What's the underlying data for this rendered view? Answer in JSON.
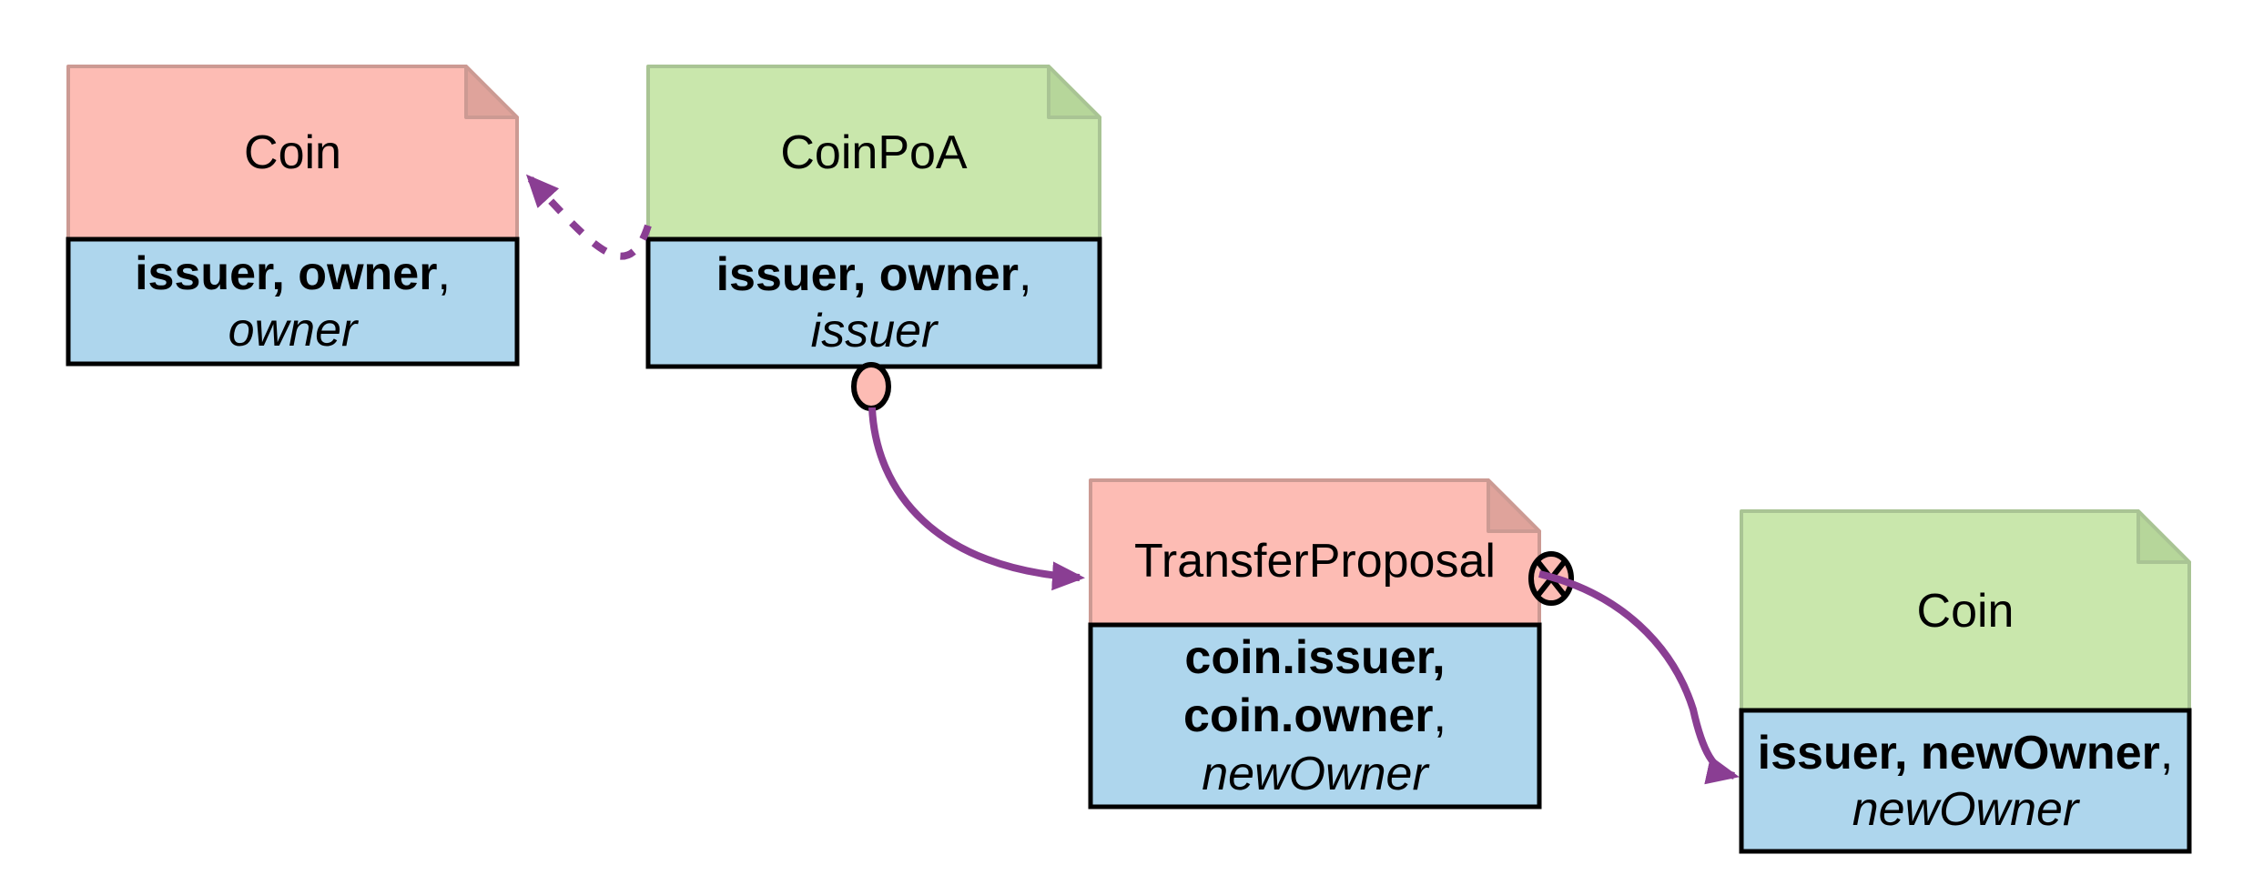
{
  "diagram_type": "contract-flow-diagram",
  "boxes": [
    {
      "id": "coin-left",
      "title": "Coin",
      "color_kind": "pink-template",
      "body": [
        {
          "bold": "issuer, owner",
          "plain": ","
        },
        {
          "italic": "owner"
        }
      ]
    },
    {
      "id": "coinpoa",
      "title": "CoinPoA",
      "color_kind": "green-template",
      "body": [
        {
          "bold": "issuer, owner",
          "plain": ","
        },
        {
          "italic": "issuer"
        }
      ]
    },
    {
      "id": "transfer-proposal",
      "title": "TransferProposal",
      "color_kind": "pink-template",
      "body": [
        {
          "bold": "coin.issuer,"
        },
        {
          "bold": "coin.owner",
          "plain": ","
        },
        {
          "italic": "newOwner"
        }
      ]
    },
    {
      "id": "coin-new",
      "title": "Coin",
      "color_kind": "green-template",
      "body": [
        {
          "bold": "issuer, newOwner",
          "plain": ","
        },
        {
          "italic": "newOwner"
        }
      ]
    }
  ],
  "icons": {
    "choice_anchor": "pink-ellipse-icon",
    "archive_marker": "circled-times-icon"
  },
  "edges": [
    {
      "name": "reference-edge",
      "from": "coinpoa",
      "to": "coin-left",
      "style": "dashed-arrow"
    },
    {
      "name": "create-edge",
      "from": "coinpoa-choice-anchor",
      "to": "transfer-proposal",
      "style": "solid-arrow"
    },
    {
      "name": "archive-create-edge",
      "from": "transfer-proposal",
      "to": "coin-new",
      "style": "solid-arrow"
    }
  ],
  "colors": {
    "pink_fill": "#fdbcb4",
    "pink_border": "#cc9a93",
    "pink_fold": "#dfa39b",
    "green_fill": "#c9e7ac",
    "green_border": "#a9c494",
    "green_fold": "#b6d69a",
    "body_fill": "#aed6ed",
    "body_border": "#000000",
    "arrow_purple": "#8a3e93",
    "background": "#ffffff"
  }
}
